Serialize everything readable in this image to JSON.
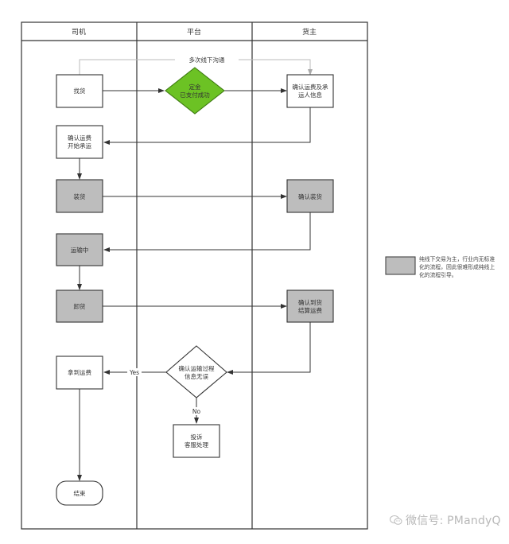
{
  "diagram": {
    "type": "swimlane-flowchart",
    "lanes": [
      {
        "id": "driver",
        "title": "司机"
      },
      {
        "id": "platform",
        "title": "平台"
      },
      {
        "id": "shipper",
        "title": "货主"
      }
    ],
    "nodes": {
      "find_goods": {
        "lines": [
          "找货"
        ],
        "lane": "driver",
        "shape": "rect",
        "style": "plain"
      },
      "deposit_paid": {
        "lines": [
          "定金",
          "已支付成功"
        ],
        "lane": "platform",
        "shape": "diamond",
        "style": "green"
      },
      "confirm_fee_info": {
        "lines": [
          "确认运费及承",
          "运人信息"
        ],
        "lane": "shipper",
        "shape": "rect",
        "style": "plain"
      },
      "confirm_fee_start": {
        "lines": [
          "确认运费",
          "开始承运"
        ],
        "lane": "driver",
        "shape": "rect",
        "style": "plain"
      },
      "loading": {
        "lines": [
          "装货"
        ],
        "lane": "driver",
        "shape": "rect",
        "style": "offline"
      },
      "confirm_loading": {
        "lines": [
          "确认装货"
        ],
        "lane": "shipper",
        "shape": "rect",
        "style": "offline"
      },
      "in_transit": {
        "lines": [
          "运输中"
        ],
        "lane": "driver",
        "shape": "rect",
        "style": "offline"
      },
      "unloading": {
        "lines": [
          "卸货"
        ],
        "lane": "driver",
        "shape": "rect",
        "style": "offline"
      },
      "confirm_arrival": {
        "lines": [
          "确认到货",
          "结算运费"
        ],
        "lane": "shipper",
        "shape": "rect",
        "style": "offline"
      },
      "check_transport": {
        "lines": [
          "确认运输过程",
          "信息无误"
        ],
        "lane": "platform",
        "shape": "diamond",
        "style": "plain"
      },
      "get_fee": {
        "lines": [
          "拿到运费"
        ],
        "lane": "driver",
        "shape": "rect",
        "style": "plain"
      },
      "complaint": {
        "lines": [
          "投诉",
          "客服处理"
        ],
        "lane": "platform",
        "shape": "rect",
        "style": "plain"
      },
      "end": {
        "lines": [
          "结束"
        ],
        "lane": "driver",
        "shape": "terminator",
        "style": "plain"
      }
    },
    "edges": [
      {
        "from": "find_goods",
        "to": "confirm_fee_info",
        "label": "多次线下沟通",
        "style": "dashed"
      },
      {
        "from": "find_goods",
        "to": "deposit_paid",
        "label": ""
      },
      {
        "from": "deposit_paid",
        "to": "confirm_fee_info",
        "label": ""
      },
      {
        "from": "confirm_fee_info",
        "to": "confirm_fee_start",
        "label": ""
      },
      {
        "from": "confirm_fee_start",
        "to": "loading",
        "label": ""
      },
      {
        "from": "loading",
        "to": "confirm_loading",
        "label": ""
      },
      {
        "from": "confirm_loading",
        "to": "in_transit",
        "label": ""
      },
      {
        "from": "in_transit",
        "to": "unloading",
        "label": ""
      },
      {
        "from": "unloading",
        "to": "confirm_arrival",
        "label": ""
      },
      {
        "from": "confirm_arrival",
        "to": "check_transport",
        "label": ""
      },
      {
        "from": "check_transport",
        "to": "get_fee",
        "label": "Yes"
      },
      {
        "from": "check_transport",
        "to": "complaint",
        "label": "No"
      },
      {
        "from": "get_fee",
        "to": "end",
        "label": ""
      }
    ],
    "labels": {
      "offline_comm": "多次线下沟通",
      "yes": "Yes",
      "no": "No"
    }
  },
  "legend": {
    "swatch_meaning": "offline",
    "text": "纯线下交易为主，行业内无标准化的流程，因此很难形成纯线上化的流程引导。"
  },
  "watermark": {
    "text": "微信号: PMandyQ",
    "icon": "wechat-icon"
  },
  "colors": {
    "line": "#333333",
    "offline_fill": "#bdbdbd",
    "green_fill": "#6cc224",
    "green_stroke": "#3e7a12",
    "dashed": "#bbbbbb",
    "watermark": "#b8b8b8"
  }
}
